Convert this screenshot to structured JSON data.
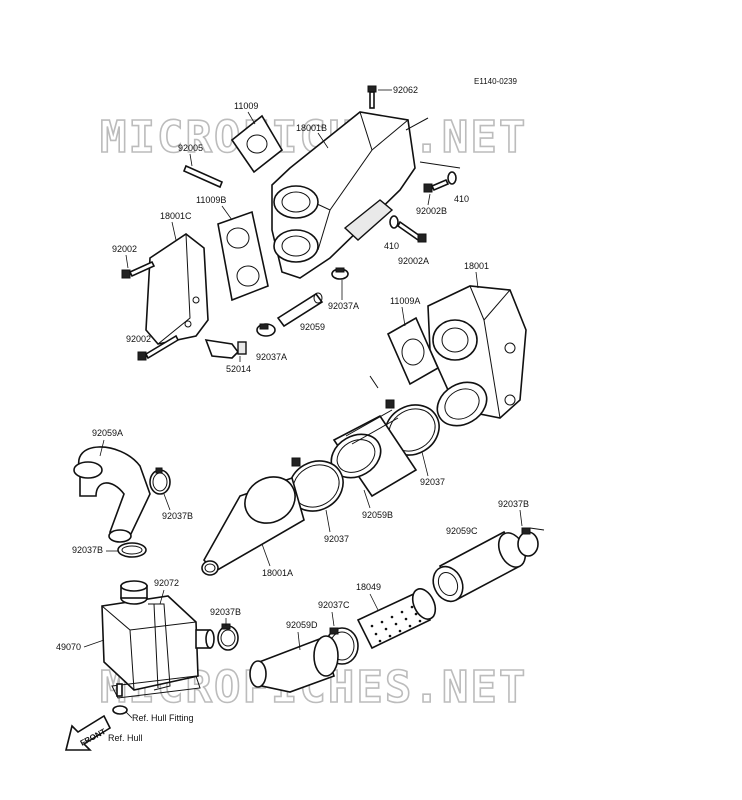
{
  "diagram": {
    "code": "E1140-0239",
    "watermark": "MICROFICHES.NET",
    "front_label": "FRONT",
    "parts": {
      "p92062": "92062",
      "p11009": "11009",
      "p18001B": "18001B",
      "p92005": "92005",
      "p11009B": "11009B",
      "p18001C": "18001C",
      "p92002a": "92002",
      "p92002b": "92002",
      "p92002B": "92002B",
      "p410a": "410",
      "p410b": "410",
      "p92002A": "92002A",
      "p18001": "18001",
      "p11009A": "11009A",
      "p92037Aa": "92037A",
      "p92037Ab": "92037A",
      "p92059": "92059",
      "p52014": "52014",
      "p92059A": "92059A",
      "p92037Ba": "92037B",
      "p92037Bb": "92037B",
      "p92037Bc": "92037B",
      "p92037Bd": "92037B",
      "p92037a": "92037",
      "p92037b": "92037",
      "p92059B": "92059B",
      "p18001A": "18001A",
      "p92059C": "92059C",
      "p18049": "18049",
      "p92072": "92072",
      "p92037C": "92037C",
      "p92059D": "92059D",
      "p49070": "49070",
      "ref_hull_fitting": "Ref. Hull Fitting",
      "ref_hull": "Ref. Hull"
    }
  }
}
